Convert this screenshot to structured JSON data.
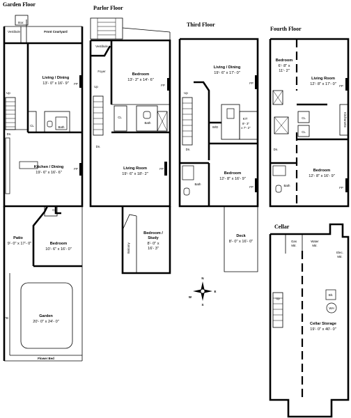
{
  "floors": {
    "garden": {
      "title": "Garden Floor",
      "rooms": {
        "stor": "Stor.",
        "vestibule": "Vestibule",
        "front_courtyard": "Front Courtyard",
        "living_name": "Living / Dining",
        "living_dim": "13'- 0\" x 16'- 9\"",
        "cl": "CL",
        "bath": "Bath",
        "kitchen_name": "Kitchen / Dining",
        "kitchen_dim": "19'- 6\" x 16'- 6\"",
        "cl2": "CL",
        "patio_name": "Patio",
        "patio_dim": "9'- 0\" x 17'- 0\"",
        "bedroom_name": "Bedroom",
        "bedroom_dim": "10'- 6\" x 16'- 0\"",
        "garden_name": "Garden",
        "garden_dim": "20'- 0\" x 24'- 0\"",
        "fb": "FB",
        "flower_bed": "Flower Bed",
        "fp1": "FP",
        "fp2": "FP",
        "up": "Up",
        "dn": "Dn."
      }
    },
    "parlor": {
      "title": "Parlor Floor",
      "rooms": {
        "vestibule": "Vestibule",
        "foyer": "Foyer",
        "bedroom_name": "Bedroom",
        "bedroom_dim": "13'- 2\" x 14'- 6\"",
        "cl": "CL",
        "bath": "Bath",
        "living_name": "Living Room",
        "living_dim": "19'- 6\" x 18'- 2\"",
        "balcony": "Balcony",
        "study_name": "Bedroom /",
        "study_name2": "Study",
        "study_dim": "8'- 0\" x",
        "study_dim2": "16'- 3\"",
        "fp1": "FP",
        "fp2": "FP",
        "up": "Up",
        "dn": "Dn."
      }
    },
    "third": {
      "title": "Third Floor",
      "rooms": {
        "living_name": "Living / Dining",
        "living_dim": "19'- 6\" x 17'- 0\"",
        "wd": "W/D",
        "kit": "KIT",
        "kit_dim1": "8'- 3\"",
        "kit_dim2": "x 7'- 2\"",
        "bedroom_name": "Bedroom",
        "bedroom_dim": "12'- 8\" x 16'- 9\"",
        "bath": "Bath",
        "deck_name": "Deck",
        "deck_dim": "8'- 0\" x 16'- 0\"",
        "fp1": "FP",
        "fp2": "FP",
        "up": "Up",
        "dn": "Dn."
      }
    },
    "fourth": {
      "title": "Fourth Floor",
      "rooms": {
        "bedroom1_name": "Bedroom",
        "bedroom1_dim1": "6'- 8\" x",
        "bedroom1_dim2": "11'- 2\"",
        "living_name": "Living Room",
        "living_dim": "12'- 8\" x 17'- 0\"",
        "cl1": "CL",
        "cl2": "CL",
        "kitchenette": "Kitchenette",
        "bedroom2_name": "Bedroom",
        "bedroom2_dim": "12'- 8\" x 16'- 9\"",
        "bath": "Bath",
        "fp1": "FP",
        "fp2": "FP",
        "dn": "Dn."
      }
    },
    "cellar": {
      "title": "Cellar",
      "rooms": {
        "gas": "Gas",
        "gas2": "Mtr.",
        "water": "Water",
        "water2": "Mtr.",
        "elec": "Elec.",
        "elec2": "Mtr.",
        "blr": "Blr.",
        "wh": "WH",
        "storage_name": "Cellar Storage",
        "storage_dim": "19'- 0\" x 40'- 0\"",
        "up": "Up"
      }
    }
  },
  "compass": {
    "n": "N",
    "s": "S",
    "e": "E",
    "w": "W"
  }
}
